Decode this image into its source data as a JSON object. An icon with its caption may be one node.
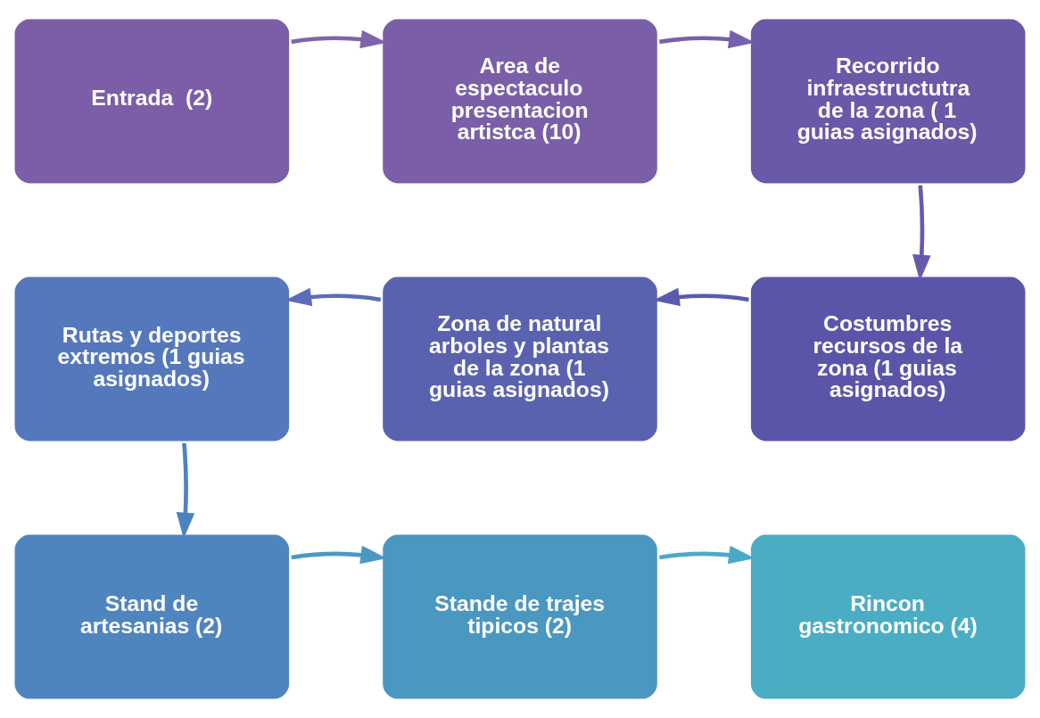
{
  "diagram": {
    "nodes": [
      {
        "text": [
          "Entrada  (2)"
        ]
      },
      {
        "text": [
          "Area de espectaculo presentacion artistca (10)"
        ]
      },
      {
        "text": [
          "Recorrido infraestructutra de la zona ( 1 guias asignados)"
        ]
      },
      {
        "text": [
          "Costumbres recursos de la zona (1 guias asignados)"
        ]
      },
      {
        "text": [
          "Zona de natural arboles y plantas de la zona (1 guias asignados)"
        ]
      },
      {
        "text": [
          "Rutas y deportes extremos (1 guias asignados)"
        ]
      },
      {
        "text": [
          "Stand de artesanias (2)"
        ]
      },
      {
        "text": [
          "Stande de trajes tipicos (2)"
        ]
      },
      {
        "text": [
          "Rincon gastronomico (4)"
        ]
      }
    ],
    "edges": [
      {
        "from": 0,
        "to": 1,
        "arrow": "to",
        "color": "#7e65ab"
      },
      {
        "from": 1,
        "to": 2,
        "arrow": "to",
        "color": "#7660ae"
      },
      {
        "from": 2,
        "to": 3,
        "arrow": "to",
        "color": "#665aad"
      },
      {
        "from": 3,
        "to": 4,
        "arrow": "to",
        "color": "#5a5ab0"
      },
      {
        "from": 4,
        "to": 5,
        "arrow": "to",
        "color": "#5a6cb8"
      },
      {
        "from": 5,
        "to": 6,
        "arrow": "to",
        "color": "#4f82c0"
      },
      {
        "from": 6,
        "to": 7,
        "arrow": "to",
        "color": "#4a98c3"
      },
      {
        "from": 7,
        "to": 8,
        "arrow": "to",
        "color": "#4aa9c8"
      }
    ]
  }
}
